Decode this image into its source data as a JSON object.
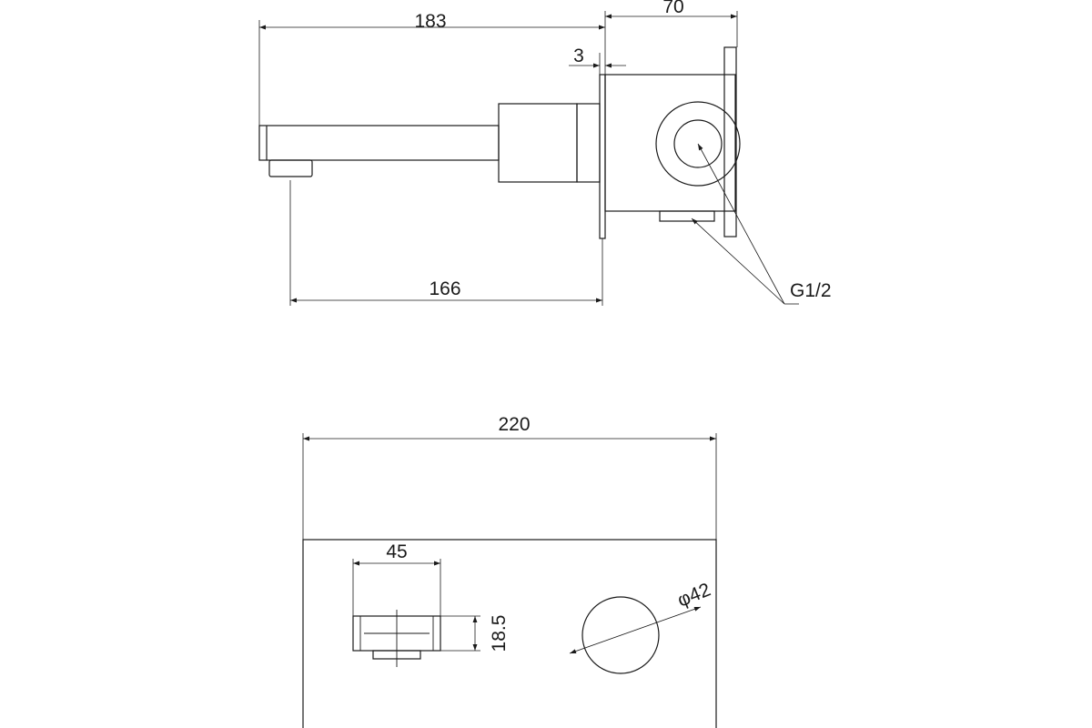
{
  "side_view": {
    "dim_overall_length": "183",
    "dim_box_depth": "70",
    "dim_plate_thickness": "3",
    "dim_spout_length": "166",
    "thread_label": "G1/2"
  },
  "front_view": {
    "dim_plate_width": "220",
    "dim_spout_width": "45",
    "dim_spout_height": "18.5",
    "dim_handle_diameter": "φ42"
  }
}
